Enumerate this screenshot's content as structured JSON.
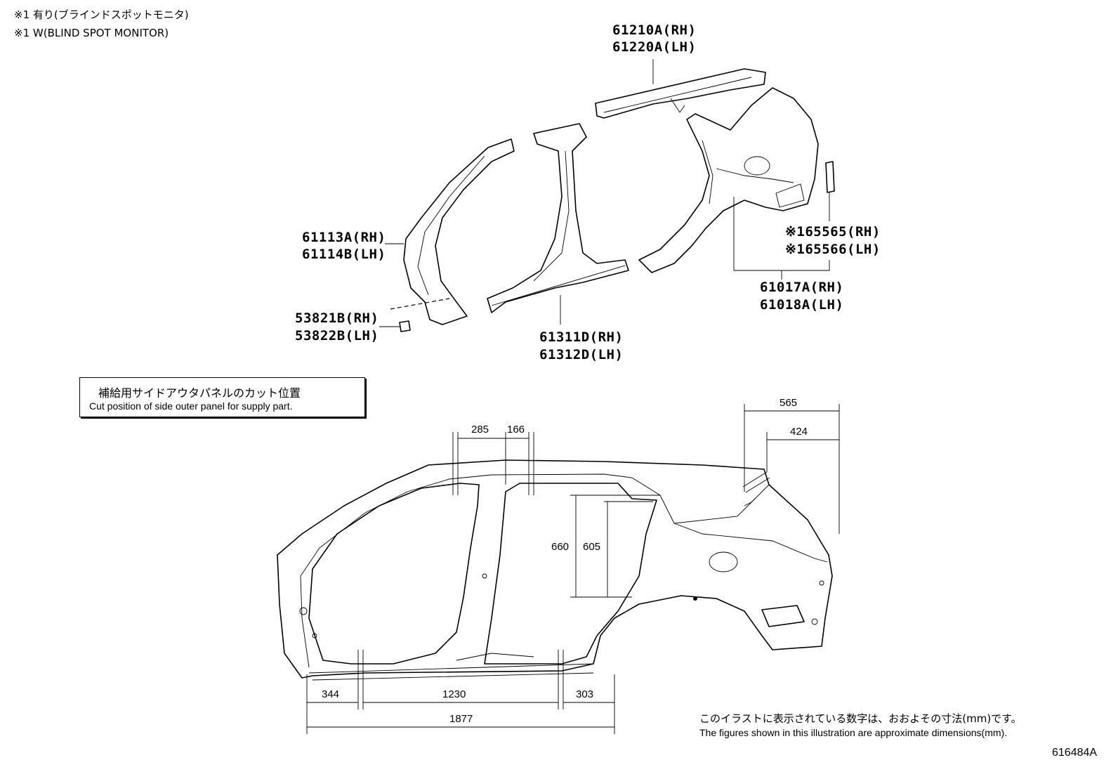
{
  "notes": {
    "jp": "※1 有り(ブラインドスポットモニタ)",
    "en": "※1 W(BLIND SPOT MONITOR)"
  },
  "parts": [
    {
      "key": "roof_rail",
      "rh": "61210A(RH)",
      "lh": "61220A(LH)"
    },
    {
      "key": "front_pillar",
      "rh": "61113A(RH)",
      "lh": "61114B(LH)"
    },
    {
      "key": "bracket",
      "rh": "53821B(RH)",
      "lh": "53822B(LH)"
    },
    {
      "key": "center_pillar",
      "rh": "61311D(RH)",
      "lh": "61312D(LH)"
    },
    {
      "key": "bsm_bracket",
      "rh": "※165565(RH)",
      "lh": "※165566(LH)"
    },
    {
      "key": "quarter_panel",
      "rh": "61017A(RH)",
      "lh": "61018A(LH)"
    }
  ],
  "cut_box": {
    "jp": "補給用サイドアウタパネルのカット位置",
    "en": "Cut position of side outer panel for supply part."
  },
  "dimensions": [
    "285",
    "166",
    "565",
    "424",
    "660",
    "605",
    "344",
    "1230",
    "303",
    "1877"
  ],
  "footer": {
    "jp": "このイラストに表示されている数字は、おおよその寸法(mm)です。",
    "en": "The figures shown in this illustration are approximate dimensions(mm).",
    "code": "616484A"
  }
}
